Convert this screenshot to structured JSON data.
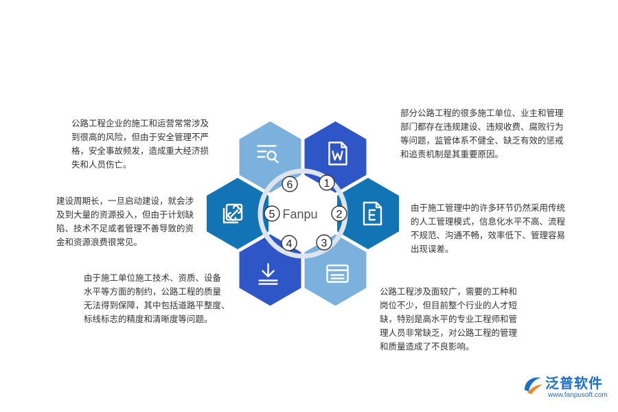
{
  "center": {
    "label": "Fanpu"
  },
  "colors": {
    "light_blue": "#7CB1DD",
    "mid_blue": "#2F73C2",
    "deep_blue": "#1273B5",
    "navy_blue": "#2F56C6",
    "ring": "#DDE4EE",
    "brand": "#1D6FC5"
  },
  "segments": [
    {
      "number": "1",
      "icon": "word-document-icon",
      "color": "#2F56C6",
      "lines": [
        "部分公路工程的很多施工单位、业主和管理",
        "部门都存在违规建设、违规收费、腐败行为",
        "等问题，监管体系不健全、缺乏有效的惩戒",
        "和追责机制是其重要原因。"
      ]
    },
    {
      "number": "2",
      "icon": "excel-document-icon",
      "color": "#1273B5",
      "lines": [
        "由于施工管理中的许多环节仍然采用传统",
        "的人工管理模式，信息化水平不高、流程",
        "不规范、沟通不畅，效率低下、管理容易",
        "出现误差。"
      ]
    },
    {
      "number": "3",
      "icon": "list-icon",
      "color": "#7CB1DD",
      "lines": [
        "公路工程涉及面较广，需要的工种和",
        "岗位不少，但目前整个行业的人才短",
        "缺，特别是高水平的专业工程师和管",
        "理人员非常缺乏，对公路工程的管理",
        "和质量造成了不良影响。"
      ]
    },
    {
      "number": "4",
      "icon": "download-icon",
      "color": "#2F56C6",
      "lines": [
        "由于施工单位施工技术、资质、设备",
        "水平等方面的制约，公路工程的质量",
        "无法得到保障，其中包括道路平整度、",
        "标线标志的精度和清晰度等问题。"
      ]
    },
    {
      "number": "5",
      "icon": "link-icon",
      "color": "#1273B5",
      "lines": [
        "建设周期长，一旦启动建设，就会涉",
        "及到大量的资源投入，但由于计划缺",
        "陷、技术不足或者管理不善导致的资",
        "金和资源浪费很常见。"
      ]
    },
    {
      "number": "6",
      "icon": "search-list-icon",
      "color": "#7CB1DD",
      "lines": [
        "公路工程企业的施工和运营常常涉及",
        "到很高的风险，但由于安全管理不严",
        "格，安全事故频发，造成重大经济损",
        "失和人员伤亡。"
      ]
    }
  ],
  "brand": {
    "name": "泛普软件",
    "url": "www.fanpusoft.com"
  }
}
